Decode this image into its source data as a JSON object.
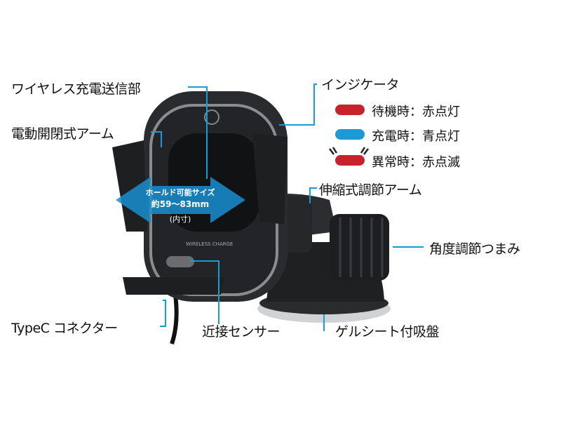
{
  "labels": {
    "wireless_transmitter": "ワイヤレス充電送信部",
    "motorized_arms": "電動開閉式アーム",
    "indicator": "インジケータ",
    "telescopic_arm": "伸縮式調節アーム",
    "angle_knob": "角度調節つまみ",
    "typec_connector": "TypeC コネクター",
    "proximity_sensor": "近接センサー",
    "gel_suction": "ゲルシート付吸盤"
  },
  "indicator_states": [
    {
      "text": "待機時：赤点灯",
      "color": "#c8232c"
    },
    {
      "text": "充電時：青点灯",
      "color": "#1a9ad6"
    },
    {
      "text": "異常時：赤点滅",
      "color": "#c8232c"
    }
  ],
  "hold_size": {
    "title": "ホールド可能サイズ",
    "range": "約59～83mm",
    "note": "(内寸)"
  },
  "device_print": "WIRELESS CHARGE",
  "colors": {
    "leader_line": "#1a9ad6",
    "arrow": "#1a8fd0"
  }
}
